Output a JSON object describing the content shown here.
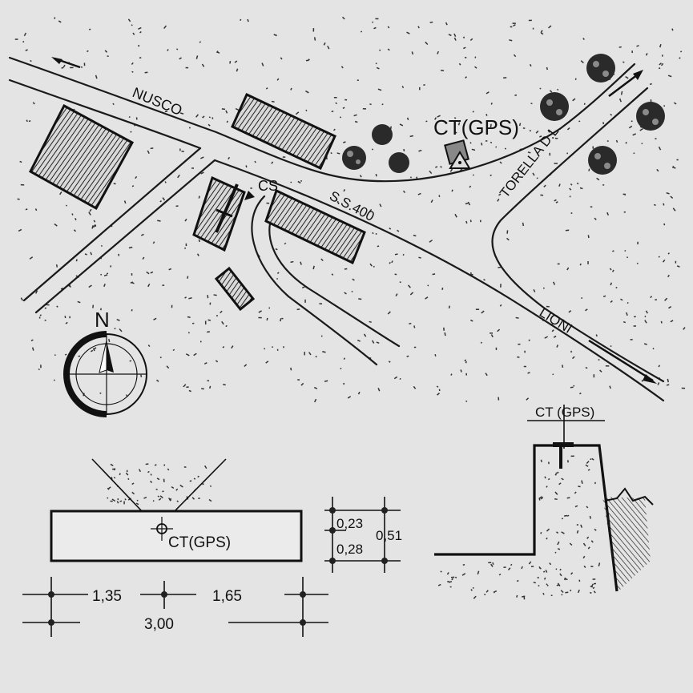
{
  "map": {
    "roads": {
      "nusco": "NUSCO",
      "ss400": "S.S.400",
      "torella": "TORELLA D.L.",
      "lioni": "LIONI"
    },
    "points": {
      "ct_gps": "CT(GPS)",
      "cs": "CS"
    },
    "compass": {
      "north": "N"
    }
  },
  "plan_detail": {
    "marker_label": "CT(GPS)",
    "dim_left": "1,35",
    "dim_right": "1,65",
    "dim_total": "3,00",
    "dim_top": "0,23",
    "dim_bottom": "0,28",
    "dim_height": "0,51"
  },
  "section_detail": {
    "marker_label": "CT (GPS)"
  }
}
